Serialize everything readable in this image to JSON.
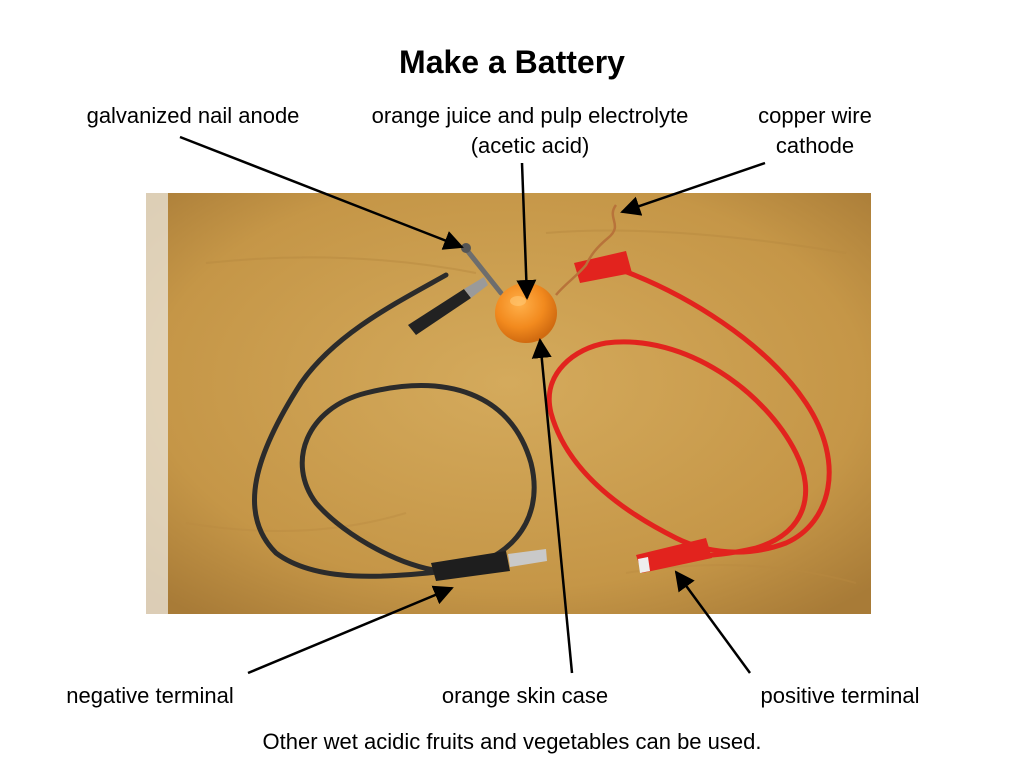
{
  "title": "Make a Battery",
  "labels": {
    "anode": "galvanized nail anode",
    "electrolyte_line1": "orange juice and pulp electrolyte",
    "electrolyte_line2": "(acetic acid)",
    "cathode_line1": "copper wire",
    "cathode_line2": "cathode",
    "negative": "negative terminal",
    "skin": "orange skin case",
    "positive": "positive terminal"
  },
  "footnote": "Other wet acidic fruits and vegetables can be used.",
  "colors": {
    "table": "#c79a4d",
    "orange": "#f28a1e",
    "black_wire": "#2b2b2b",
    "red_wire": "#e2231e"
  }
}
